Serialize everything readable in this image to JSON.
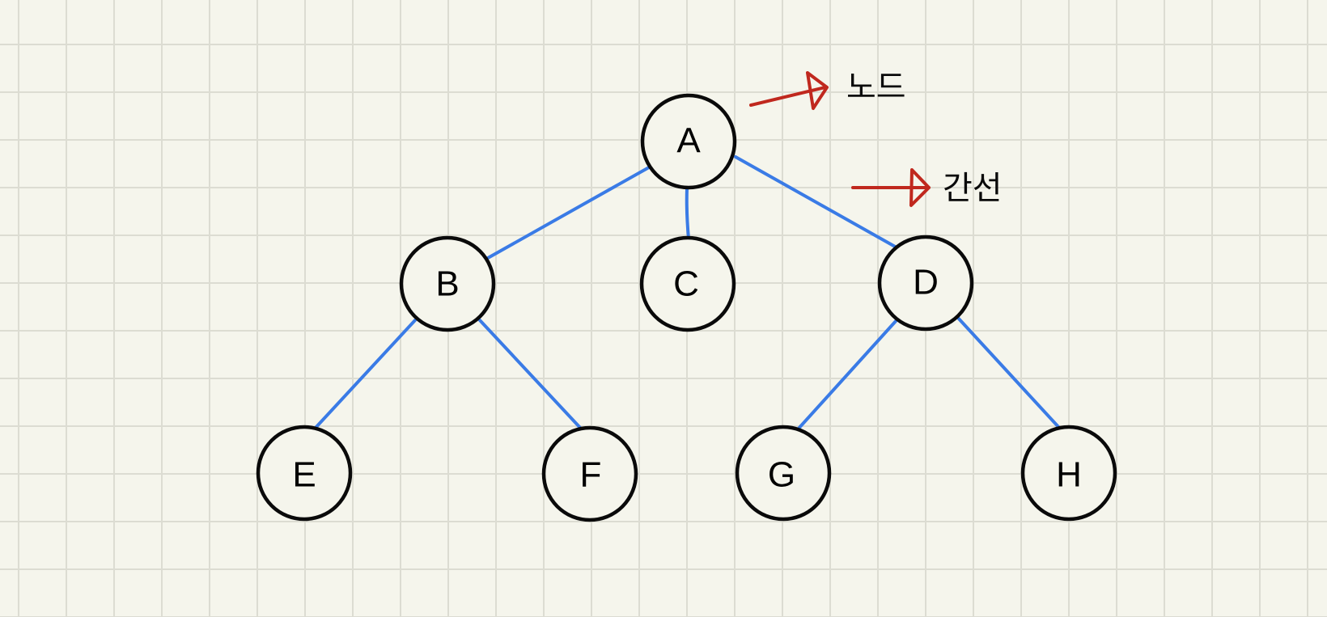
{
  "diagram": {
    "type": "tree",
    "colors": {
      "background": "#f5f5ec",
      "grid": "#dcdcd2",
      "edge": "#3a7be6",
      "node_stroke": "#0a0a0a",
      "annotation_arrow": "#c0281e"
    },
    "nodes": [
      {
        "id": "A",
        "label": "A"
      },
      {
        "id": "B",
        "label": "B"
      },
      {
        "id": "C",
        "label": "C"
      },
      {
        "id": "D",
        "label": "D"
      },
      {
        "id": "E",
        "label": "E"
      },
      {
        "id": "F",
        "label": "F"
      },
      {
        "id": "G",
        "label": "G"
      },
      {
        "id": "H",
        "label": "H"
      }
    ],
    "edges": [
      {
        "from": "A",
        "to": "B"
      },
      {
        "from": "A",
        "to": "C"
      },
      {
        "from": "A",
        "to": "D"
      },
      {
        "from": "B",
        "to": "E"
      },
      {
        "from": "B",
        "to": "F"
      },
      {
        "from": "D",
        "to": "G"
      },
      {
        "from": "D",
        "to": "H"
      }
    ],
    "annotations": {
      "node_label": "노드",
      "edge_label": "간선"
    }
  }
}
